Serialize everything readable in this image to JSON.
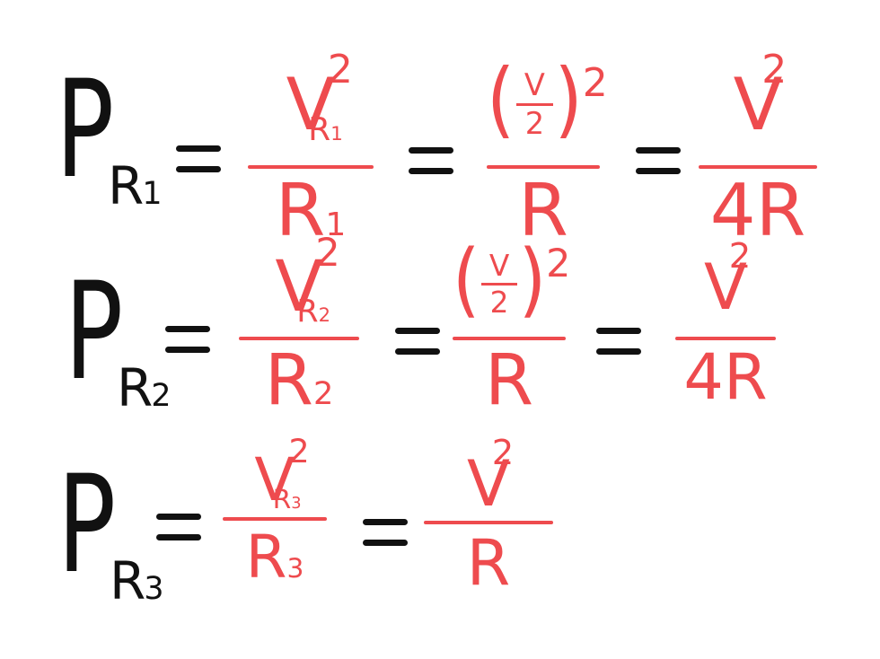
{
  "equations": [
    {
      "lhs": {
        "P": "P",
        "sub": "R",
        "subidx": "1"
      },
      "f1": {
        "num_base": "V",
        "num_sub": "R",
        "num_subidx": "1",
        "num_sup": "2",
        "den_base": "R",
        "den_sub": "1"
      },
      "f2": {
        "inner_num": "V",
        "inner_den": "2",
        "open": "(",
        "close": ")",
        "sup": "2",
        "den": "R"
      },
      "f3": {
        "num_base": "V",
        "num_sup": "2",
        "den": "4R"
      }
    },
    {
      "lhs": {
        "P": "P",
        "sub": "R",
        "subidx": "2"
      },
      "f1": {
        "num_base": "V",
        "num_sub": "R",
        "num_subidx": "2",
        "num_sup": "2",
        "den_base": "R",
        "den_sub": "2"
      },
      "f2": {
        "inner_num": "V",
        "inner_den": "2",
        "open": "(",
        "close": ")",
        "sup": "2",
        "den": "R"
      },
      "f3": {
        "num_base": "V",
        "num_sup": "2",
        "den": "4R"
      }
    },
    {
      "lhs": {
        "P": "P",
        "sub": "R",
        "subidx": "3"
      },
      "f1": {
        "num_base": "V",
        "num_sub": "R",
        "num_subidx": "3",
        "num_sup": "2",
        "den_base": "R",
        "den_sub": "3"
      },
      "f2": {
        "num_base": "V",
        "num_sup": "2",
        "den": "R"
      }
    }
  ],
  "colors": {
    "ink": "#111111",
    "accent": "#ee4b4e"
  }
}
